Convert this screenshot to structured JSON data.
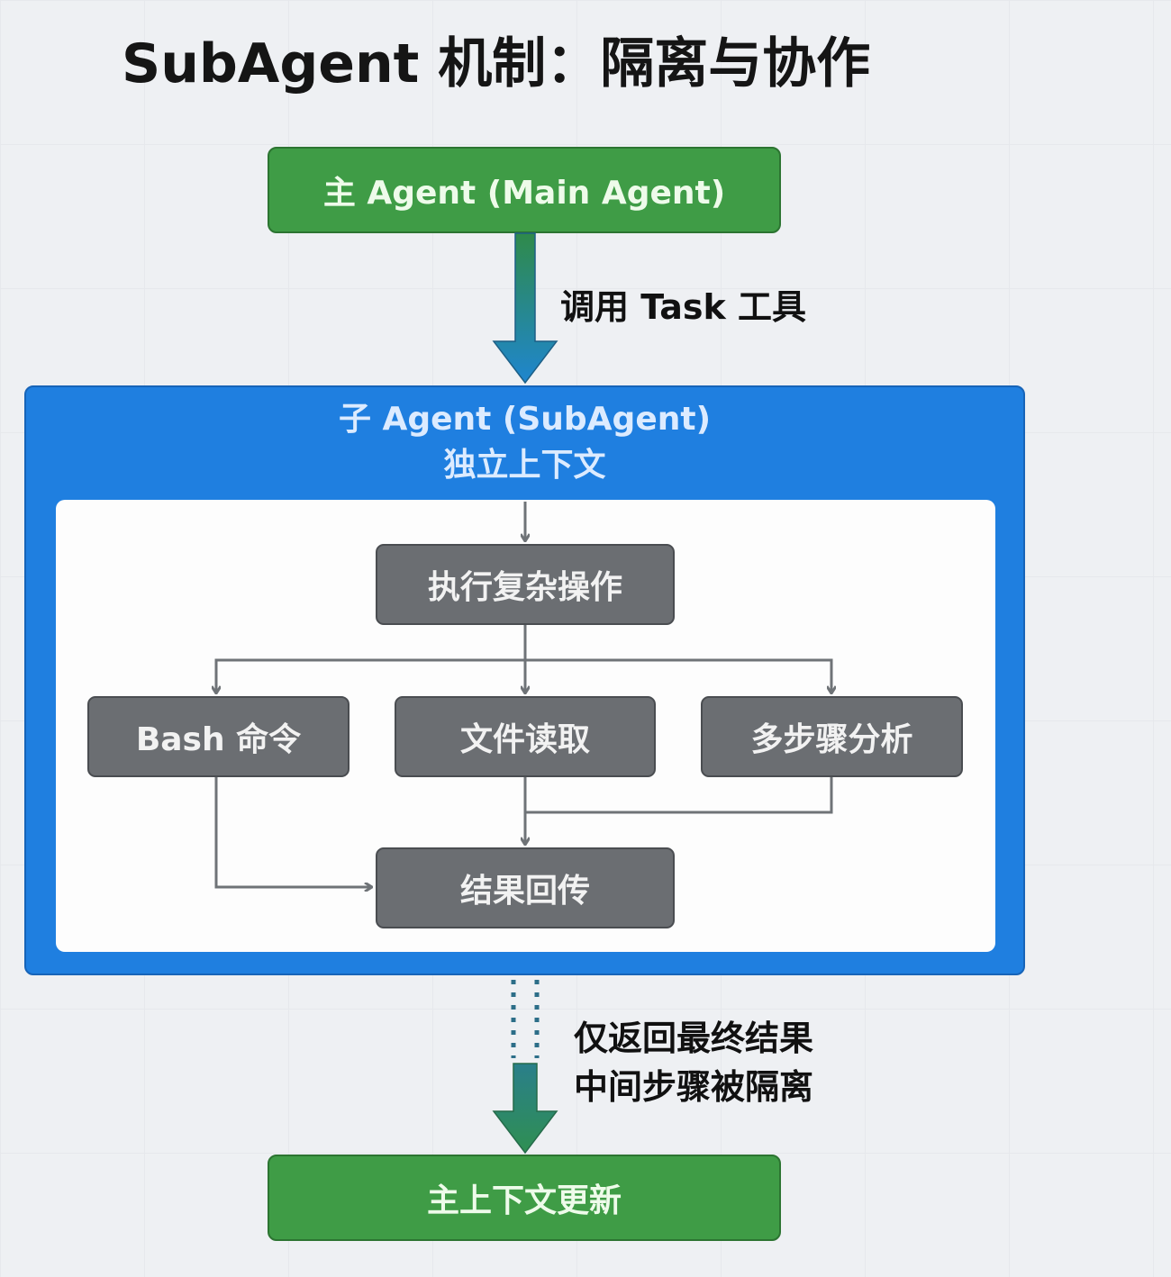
{
  "title": "SubAgent 机制：隔离与协作",
  "main_agent": "主 Agent (Main Agent)",
  "call_label": "调用 Task 工具",
  "subagent": {
    "title": "子 Agent (SubAgent)",
    "subtitle": "独立上下文",
    "execute": "执行复杂操作",
    "branches": [
      "Bash 命令",
      "文件读取",
      "多步骤分析"
    ],
    "result": "结果回传"
  },
  "return_label": [
    "仅返回最终结果",
    "中间步骤被隔离"
  ],
  "final": "主上下文更新",
  "colors": {
    "green": "#3f9c46",
    "blue": "#1f7fe0",
    "gray": "#6b6e72"
  }
}
